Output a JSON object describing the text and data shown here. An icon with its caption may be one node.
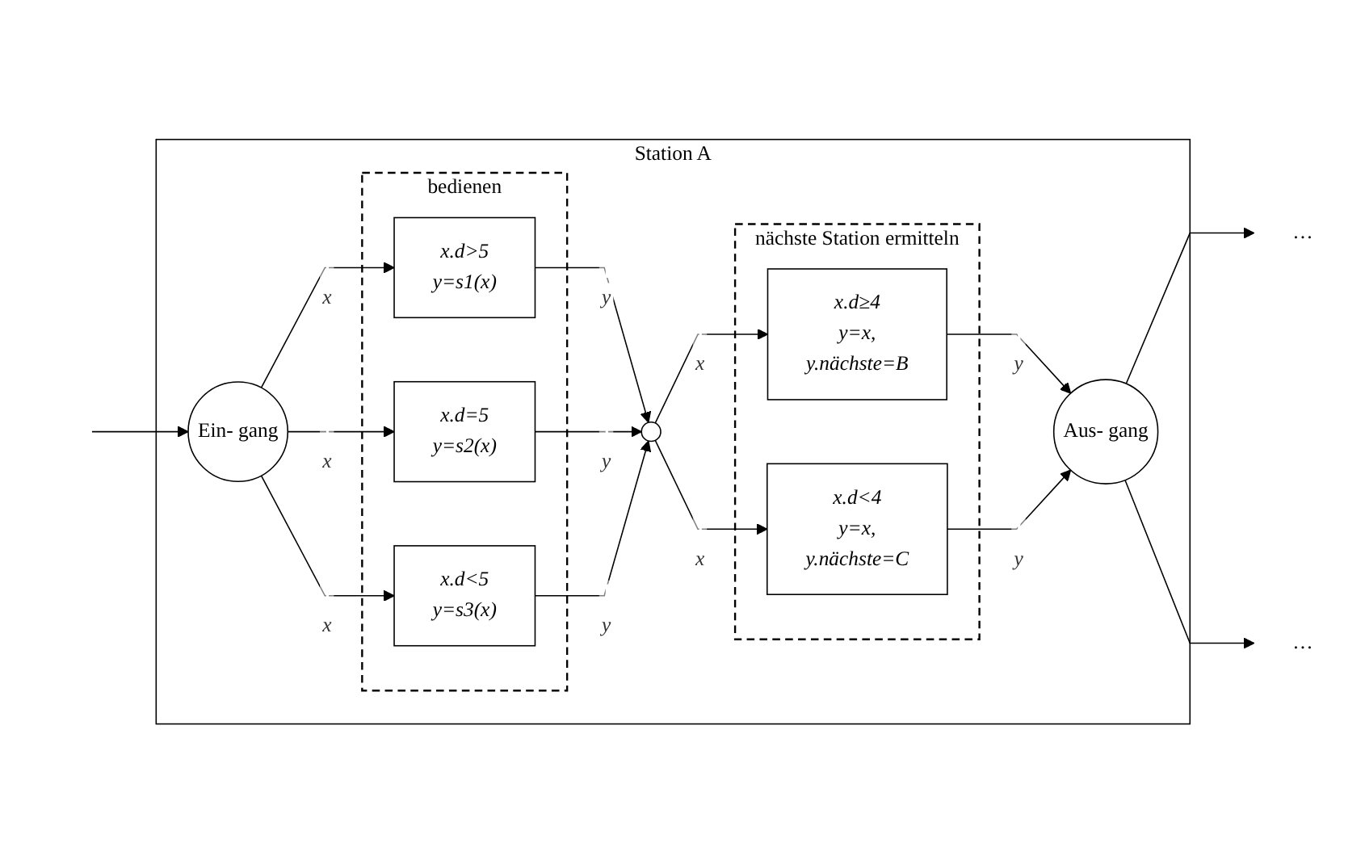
{
  "diagram": {
    "nodes": [
      {
        "text": [
          "Station A"
        ]
      },
      {
        "text": [
          "bedienen"
        ],
        "in": 0
      },
      {
        "text": [
          "x.d>5",
          "y=s1(x)"
        ],
        "in": 1
      },
      {
        "text": [
          "x.d=5",
          "y=s2(x)"
        ],
        "in": 1
      },
      {
        "text": [
          "x.d<5",
          "y=s3(x)"
        ],
        "in": 1
      },
      {
        "text": [
          "nächste Station ermitteln"
        ],
        "in": 0
      },
      {
        "text": [
          "x.d≥4",
          "y=x,",
          "y.nächste=B"
        ],
        "in": 5
      },
      {
        "text": [
          "x.d<4",
          "y=x,",
          "y.nächste=C"
        ],
        "in": 5
      },
      {
        "text": [
          "Ein- gang"
        ],
        "in": 0
      },
      {
        "text": [],
        "shape": "circle",
        "in": 0
      },
      {
        "text": [
          "Aus- gang"
        ],
        "in": 0
      },
      {
        "text": [
          "…"
        ]
      },
      {
        "text": [
          "…"
        ]
      }
    ],
    "edges": [
      {
        "from": null,
        "to": 8,
        "arrow": "to"
      },
      {
        "from": 8,
        "to": 2,
        "arrow": "to",
        "label": "x"
      },
      {
        "from": 8,
        "to": 3,
        "arrow": "to",
        "label": "x"
      },
      {
        "from": 8,
        "to": 4,
        "arrow": "to",
        "label": "x"
      },
      {
        "from": 2,
        "to": 9,
        "arrow": "to",
        "label": "y"
      },
      {
        "from": 3,
        "to": 9,
        "arrow": "to",
        "label": "y"
      },
      {
        "from": 4,
        "to": 9,
        "arrow": "to",
        "label": "y"
      },
      {
        "from": 9,
        "to": 6,
        "arrow": "to",
        "label": "x"
      },
      {
        "from": 9,
        "to": 7,
        "arrow": "to",
        "label": "x"
      },
      {
        "from": 6,
        "to": 10,
        "arrow": "to",
        "label": "y"
      },
      {
        "from": 7,
        "to": 10,
        "arrow": "to",
        "label": "y"
      },
      {
        "from": 10,
        "to": 11,
        "arrow": "to"
      },
      {
        "from": 10,
        "to": 12,
        "arrow": "to"
      }
    ]
  }
}
